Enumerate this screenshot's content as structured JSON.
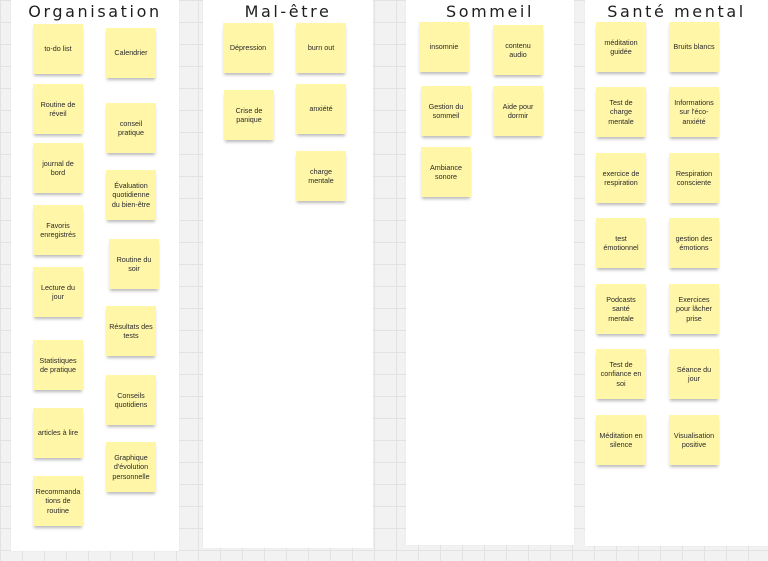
{
  "columns": [
    {
      "title": "Organisation",
      "notes": [
        "to-do list",
        "Calendrier",
        "Routine de réveil",
        "conseil pratique",
        "journal de bord",
        "Évaluation quotidienne du bien-être",
        "Favoris enregistrés",
        "Routine du soir",
        "Lecture du jour",
        "Résultats des tests",
        "Statistiques de pratique",
        "Conseils quotidiens",
        "articles à lire",
        "Graphique d'évolution personnelle",
        "Recommandations de routine"
      ]
    },
    {
      "title": "Mal-être",
      "notes": [
        "Dépression",
        "burn out",
        "Crise de panique",
        "anxiété",
        "charge mentale"
      ]
    },
    {
      "title": "Sommeil",
      "notes": [
        "insomnie",
        "contenu audio",
        "Gestion du sommeil",
        "Aide pour dormir",
        "Ambiance sonore"
      ]
    },
    {
      "title": "Santé mental",
      "notes": [
        "méditation guidée",
        "Bruits blancs",
        "Test de charge mentale",
        "Informations sur l'éco-anxiété",
        "exercice de respiration",
        "Respiration consciente",
        "test émotionnel",
        "gestion des émotions",
        "Podcasts santé mentale",
        "Exercices pour lâcher prise",
        "Test de confiance en soi",
        "Séance du jour",
        "Méditation en silence",
        "Visualisation positive"
      ]
    }
  ]
}
